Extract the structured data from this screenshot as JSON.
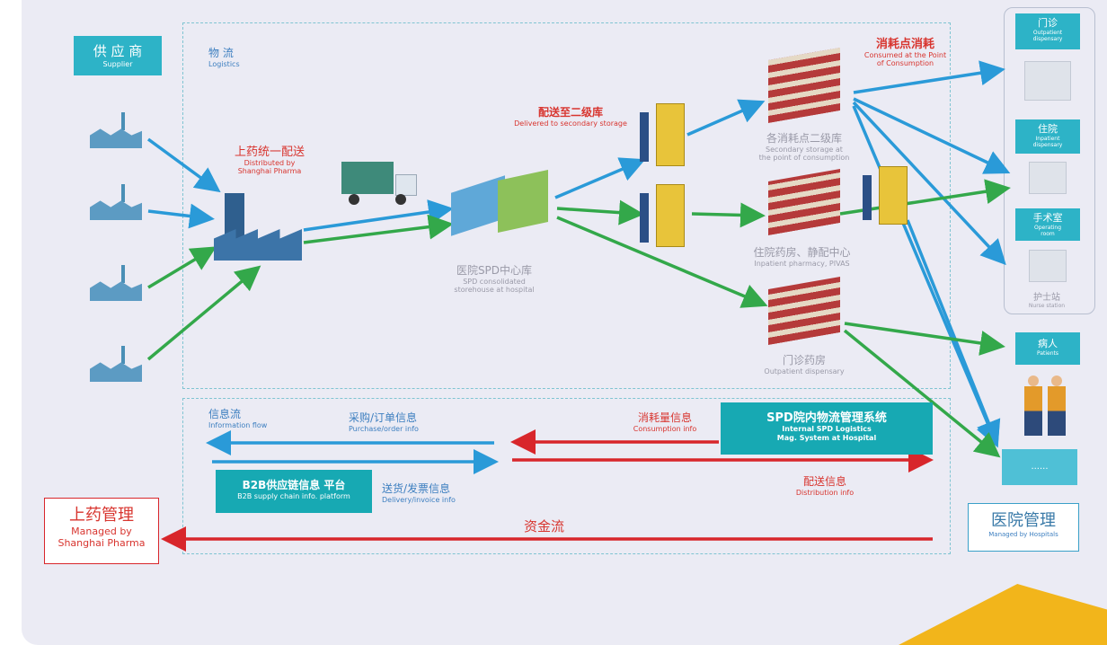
{
  "supplier": {
    "zh": "供 应 商",
    "en": "Supplier"
  },
  "logistics": {
    "zh": "物  流",
    "en": "Logistics"
  },
  "shanghai_dist": {
    "zh": "上药统一配送",
    "en1": "Distributed by",
    "en2": "Shanghai Pharma"
  },
  "spd_center": {
    "zh": "医院SPD中心库",
    "en1": "SPD consolidated",
    "en2": "storehouse at hospital"
  },
  "delivered_secondary": {
    "zh": "配送至二级库",
    "en": "Delivered to secondary storage"
  },
  "consumed_point": {
    "zh": "消耗点消耗",
    "en1": "Consumed at the Point",
    "en2": "of Consumption"
  },
  "secondary_storage": {
    "zh": "各消耗点二级库",
    "en1": "Secondary storage at",
    "en2": "the point of consumption"
  },
  "inpatient_pharmacy": {
    "zh": "住院药房、静配中心",
    "en": "Inpatient pharmacy, PIVAS"
  },
  "outpatient_pharmacy": {
    "zh": "门诊药房",
    "en": "Outpatient dispensary"
  },
  "right_panel": {
    "outpatient_disp": {
      "zh": "门诊",
      "en1": "Outpatient",
      "en2": "dispensary"
    },
    "inpatient_disp": {
      "zh": "住院",
      "en1": "Inpatient",
      "en2": "dispensary"
    },
    "operating_room": {
      "zh": "手术室",
      "en1": "Operating",
      "en2": "room"
    },
    "nurse_station": {
      "zh": "护士站",
      "en": "Nurse station"
    },
    "patients": {
      "zh": "病人",
      "en": "Patients"
    },
    "more": "......"
  },
  "info_flow": {
    "zh": "信息流",
    "en": "Information flow"
  },
  "purchase_info": {
    "zh": "采购/订单信息",
    "en": "Purchase/order info"
  },
  "consumption_info": {
    "zh": "消耗量信息",
    "en": "Consumption info"
  },
  "spd_system": {
    "zh": "SPD院内物流管理系统",
    "en1": "Internal SPD Logistics",
    "en2": "Mag. System at Hospital"
  },
  "b2b_platform": {
    "zh": "B2B供应链信息 平台",
    "en": "B2B supply chain info. platform"
  },
  "delivery_info": {
    "zh": "送货/发票信息",
    "en": "Delivery/invoice info"
  },
  "distribution_info": {
    "zh": "配送信息",
    "en": "Distribution info"
  },
  "capital_flow": "资金流",
  "managed_shanghai": {
    "zh": "上药管理",
    "en1": "Managed by",
    "en2": "Shanghai Pharma"
  },
  "managed_hospital": {
    "zh": "医院管理",
    "en": "Managed by Hospitals"
  },
  "colors": {
    "blue_arrow": "#2a9ad8",
    "green_arrow": "#33a84a",
    "red_arrow": "#d8262b",
    "accent_yellow": "#f2b51b"
  }
}
